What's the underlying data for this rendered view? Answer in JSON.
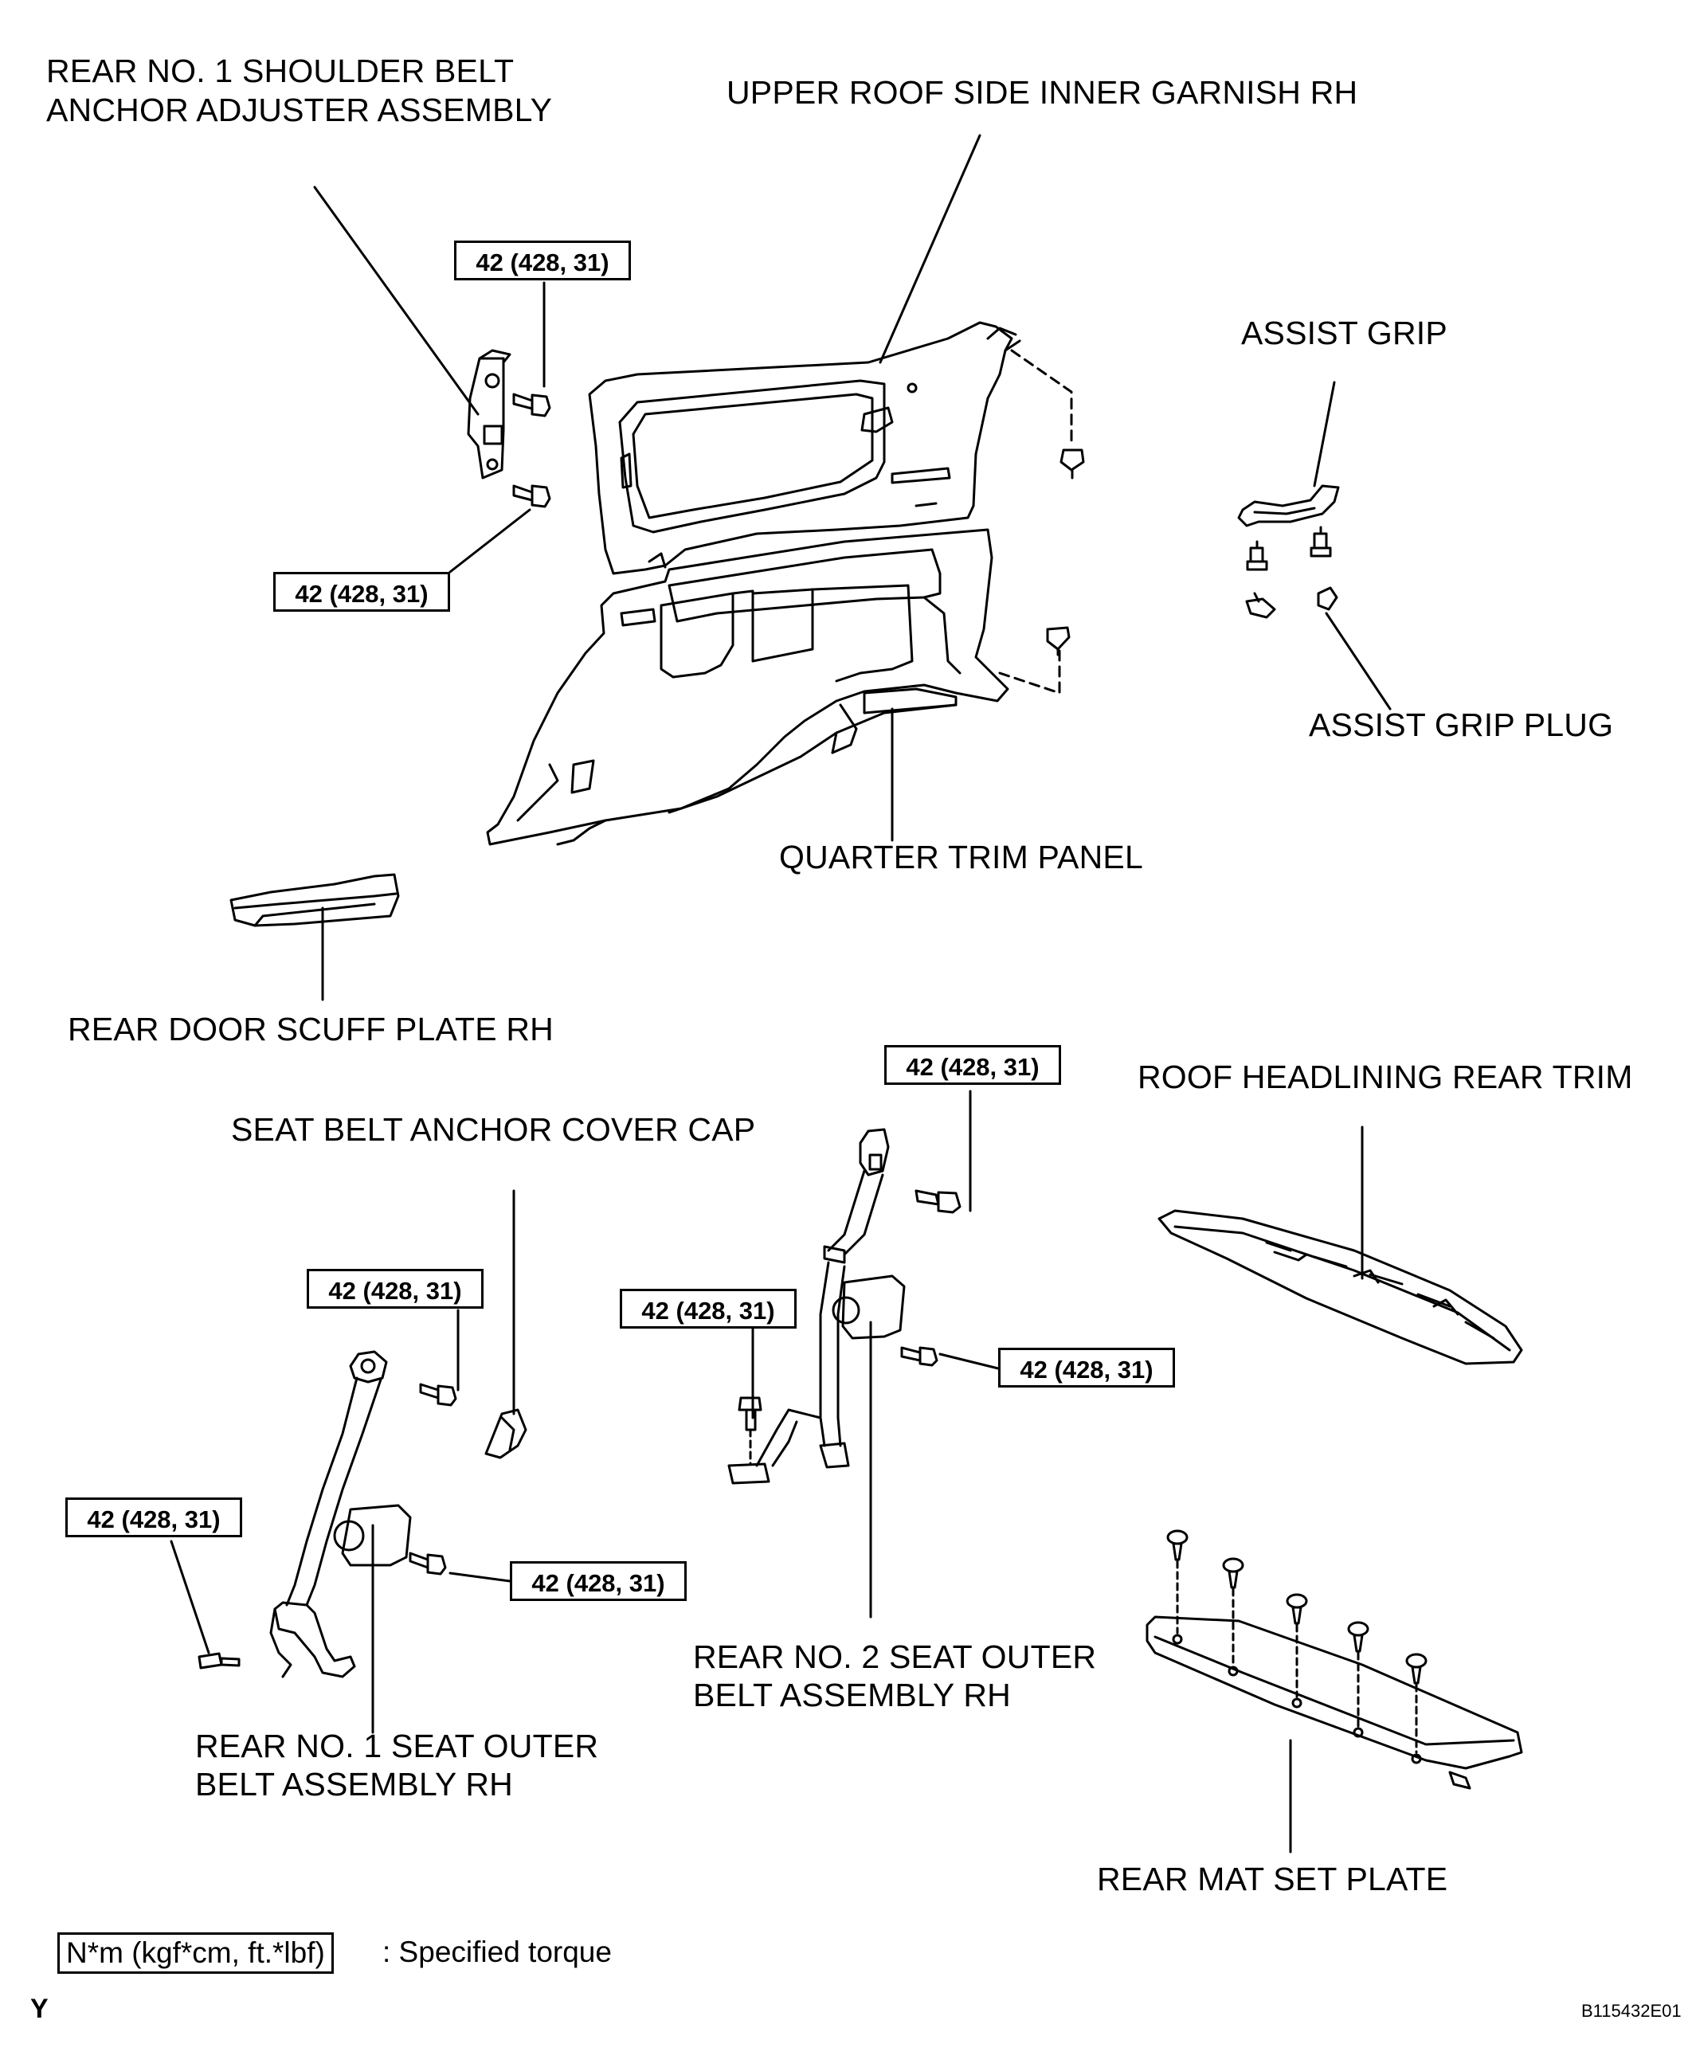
{
  "labels": {
    "shoulder_belt_adjuster": [
      "REAR NO. 1 SHOULDER BELT",
      "ANCHOR ADJUSTER ASSEMBLY"
    ],
    "upper_roof_garnish": "UPPER ROOF SIDE INNER GARNISH RH",
    "assist_grip": "ASSIST GRIP",
    "assist_grip_plug": "ASSIST GRIP PLUG",
    "quarter_trim_panel": "QUARTER TRIM PANEL",
    "rear_door_scuff_plate": "REAR DOOR SCUFF PLATE RH",
    "seat_belt_anchor_cover_cap": "SEAT BELT ANCHOR COVER CAP",
    "roof_headlining_rear_trim": "ROOF HEADLINING REAR TRIM",
    "rear_no2_seat_outer_belt": [
      "REAR NO. 2 SEAT OUTER",
      "BELT ASSEMBLY RH"
    ],
    "rear_no1_seat_outer_belt": [
      "REAR NO. 1 SEAT OUTER",
      "BELT ASSEMBLY RH"
    ],
    "rear_mat_set_plate": "REAR MAT SET PLATE"
  },
  "torque_value": "42 (428, 31)",
  "legend": {
    "box_text": "N*m (kgf*cm, ft.*lbf)",
    "description": ": Specified torque"
  },
  "corner_mark": "Y",
  "figure_code": "B115432E01"
}
